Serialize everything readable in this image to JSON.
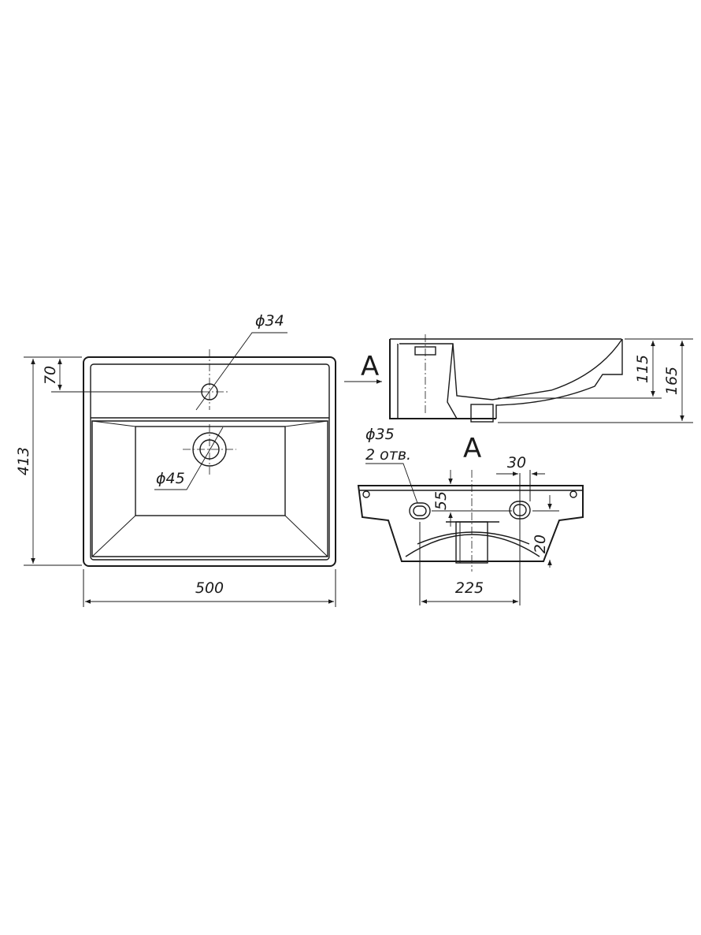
{
  "dimensions": {
    "overall_width": "500",
    "overall_depth": "413",
    "back_ledge": "70",
    "faucet_hole_diameter": "ϕ34",
    "drain_diameter": "ϕ45",
    "side_height_inner": "115",
    "side_height_total": "165",
    "mount_hole_diameter": "ϕ35",
    "mount_hole_count": "2 отв.",
    "hole_vertical_offset": "55",
    "slot_width": "30",
    "hole_spacing": "225",
    "bottom_offset": "20"
  },
  "section": {
    "marker_label": "A",
    "view_label": "A"
  }
}
